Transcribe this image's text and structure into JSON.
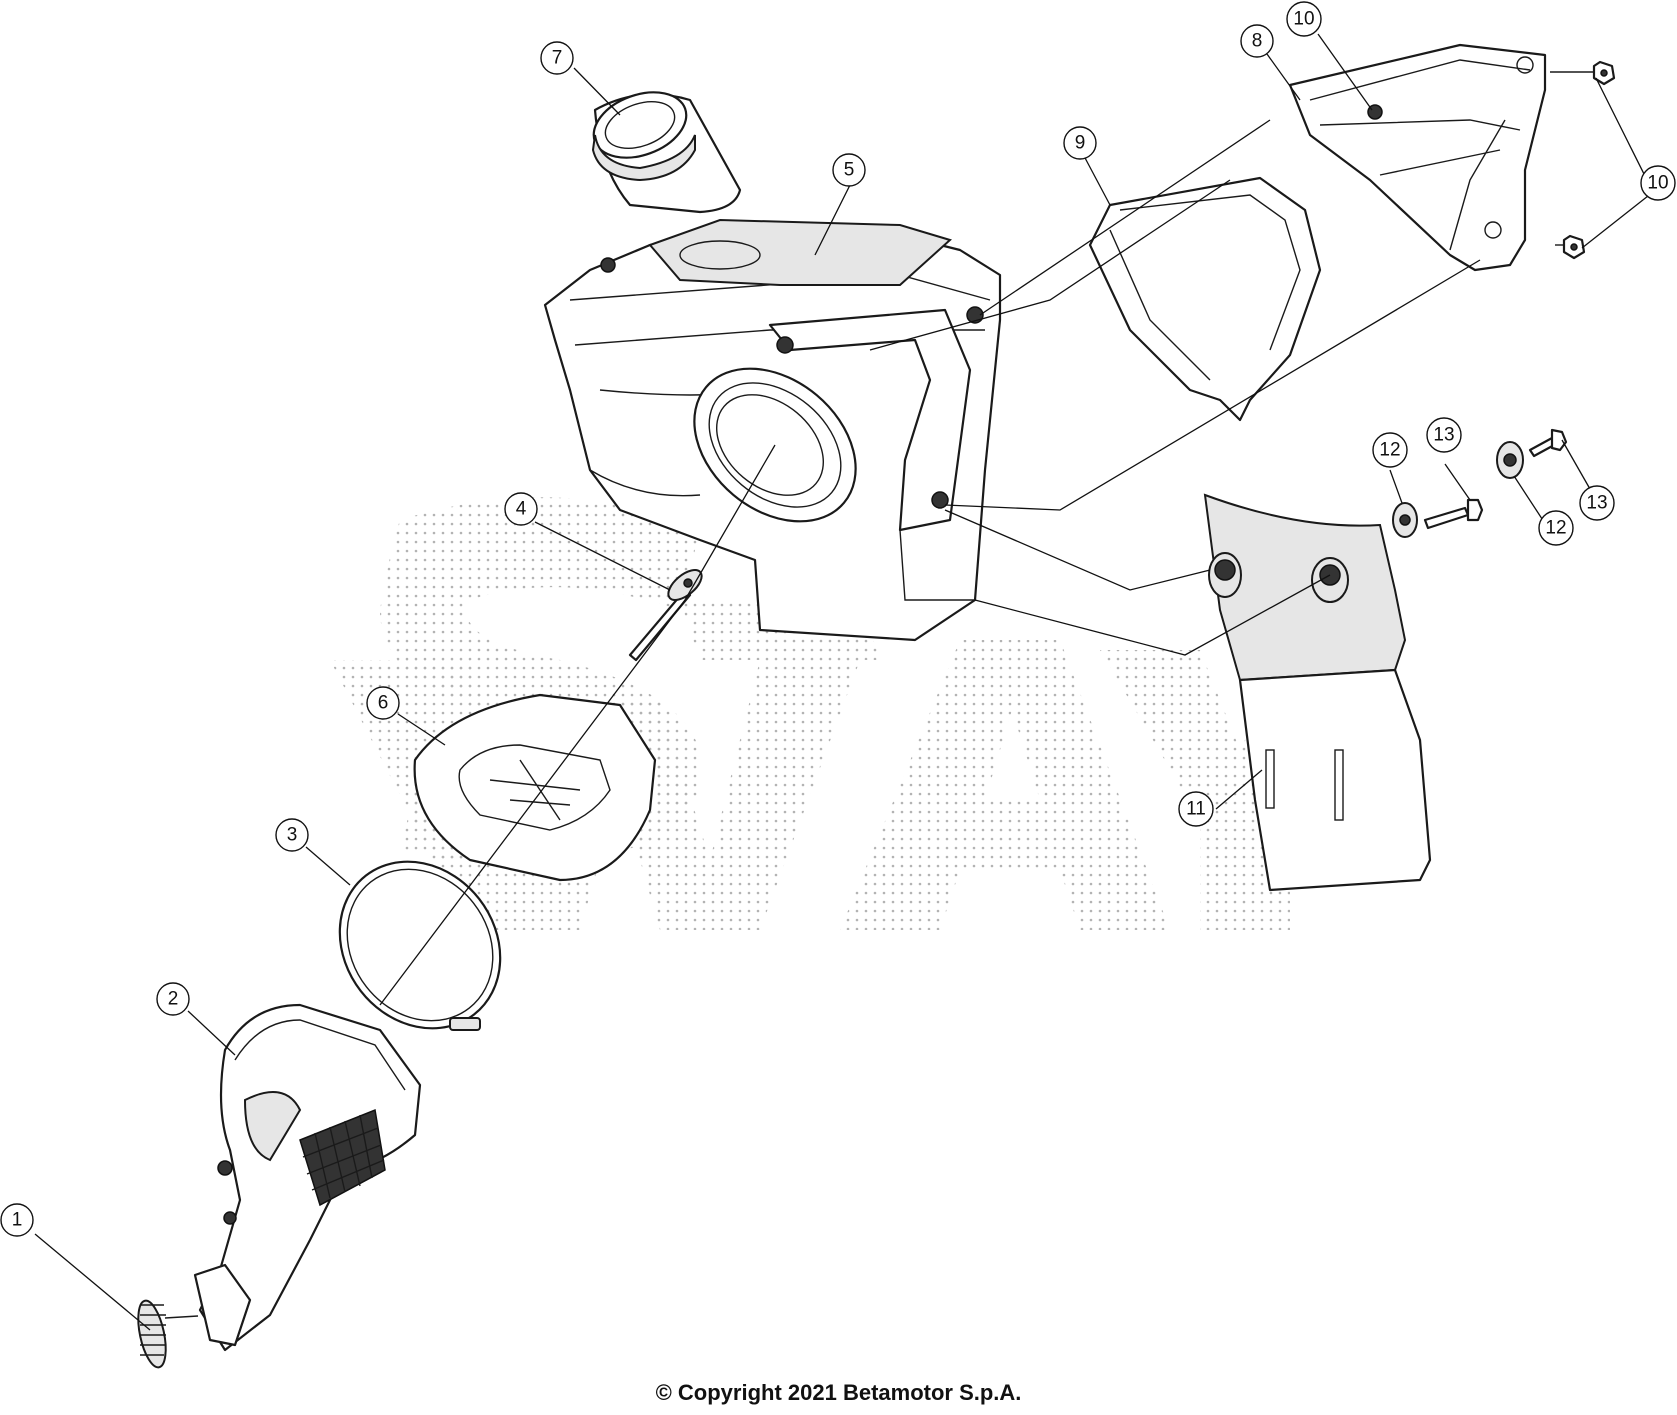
{
  "diagram": {
    "copyright": "© Copyright 2021 Betamotor S.p.A.",
    "watermark_text": "SWAY",
    "callouts": [
      {
        "id": "c1",
        "label": "1"
      },
      {
        "id": "c2",
        "label": "2"
      },
      {
        "id": "c3",
        "label": "3"
      },
      {
        "id": "c4",
        "label": "4"
      },
      {
        "id": "c5",
        "label": "5"
      },
      {
        "id": "c6",
        "label": "6"
      },
      {
        "id": "c7",
        "label": "7"
      },
      {
        "id": "c8",
        "label": "8"
      },
      {
        "id": "c9",
        "label": "9"
      },
      {
        "id": "c10a",
        "label": "10"
      },
      {
        "id": "c10b",
        "label": "10"
      },
      {
        "id": "c11",
        "label": "11"
      },
      {
        "id": "c12a",
        "label": "12"
      },
      {
        "id": "c12b",
        "label": "12"
      },
      {
        "id": "c13a",
        "label": "13"
      },
      {
        "id": "c13b",
        "label": "13"
      }
    ]
  }
}
